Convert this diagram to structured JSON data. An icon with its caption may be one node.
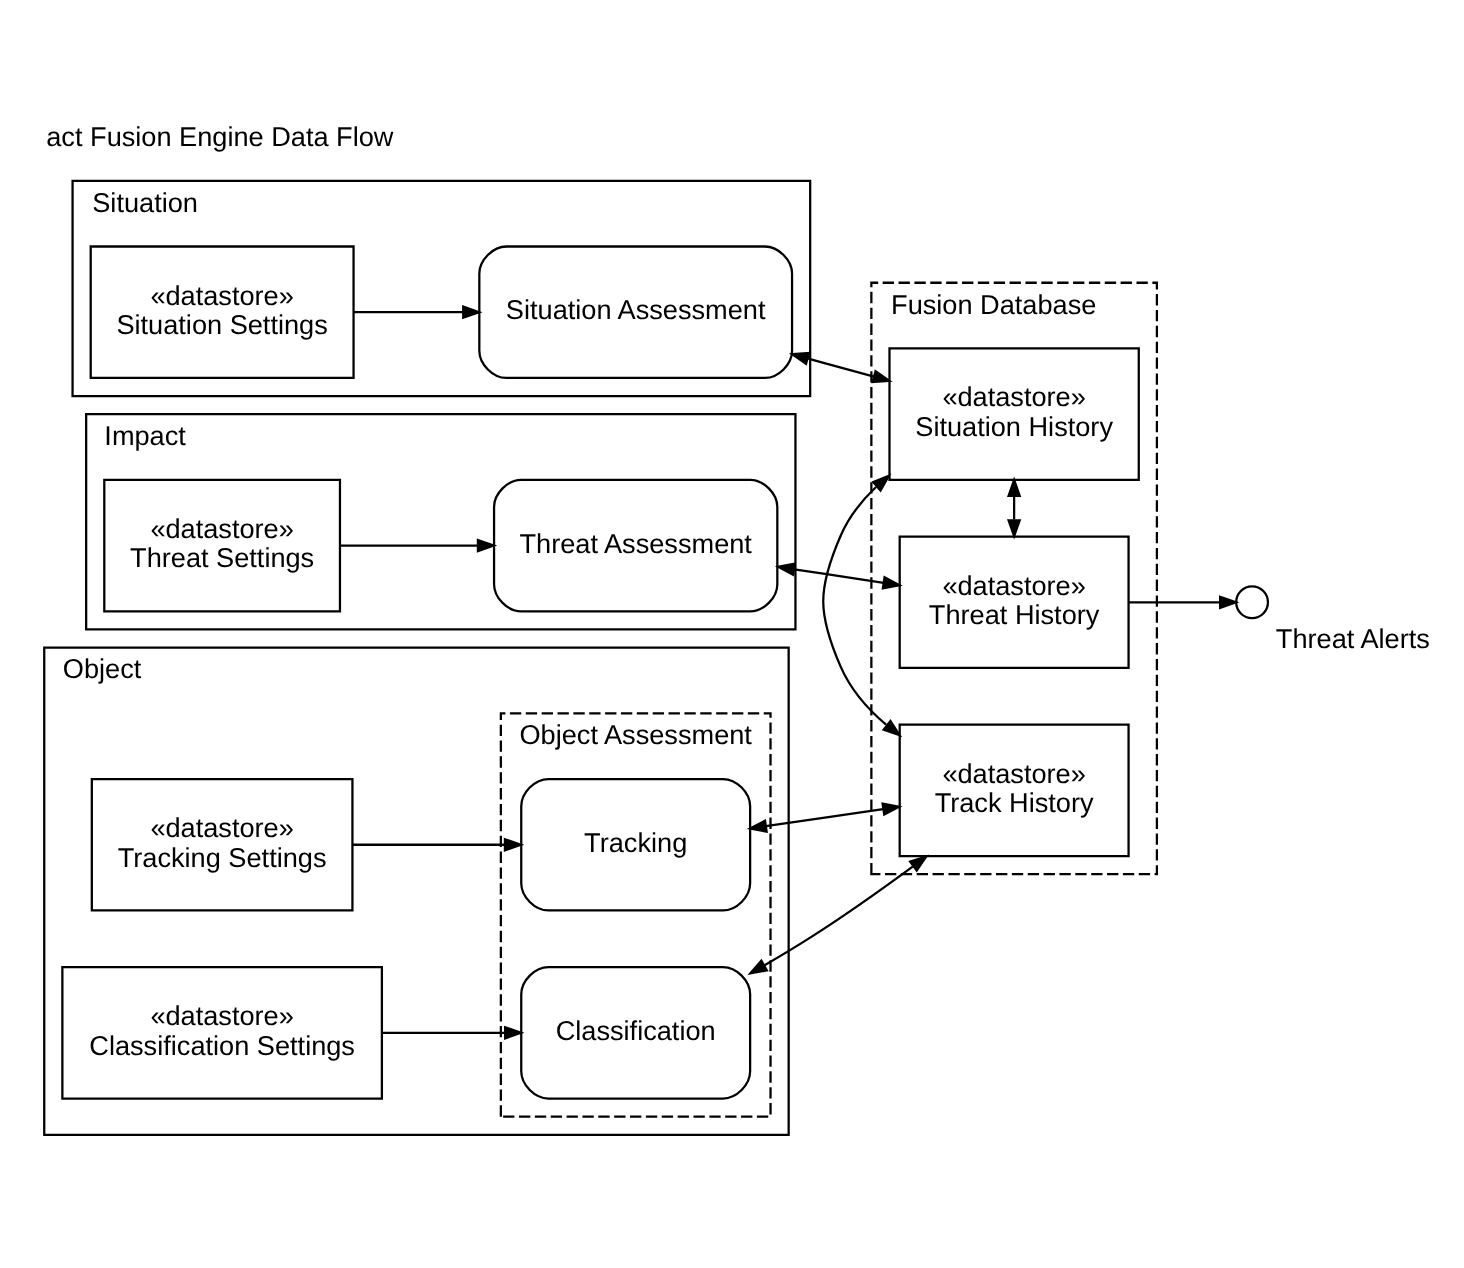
{
  "diagram": {
    "title": "act Fusion Engine Data Flow",
    "nodes": [
      {
        "text": [
          "Object"
        ]
      },
      {
        "text": [
          "Situation"
        ]
      },
      {
        "text": [
          "Impact"
        ]
      },
      {
        "text": [
          "Object Assessment"
        ],
        "in": 0
      },
      {
        "text": [
          "Fusion Database"
        ]
      },
      {
        "text": [
          "«datastore»",
          "Tracking Settings"
        ],
        "in": 0
      },
      {
        "text": [
          "Tracking"
        ],
        "in": 3
      },
      {
        "text": [
          "«datastore»",
          "Track History"
        ],
        "in": 4
      },
      {
        "text": [
          "«datastore»",
          "Classification Settings"
        ],
        "in": 0
      },
      {
        "text": [
          "Classification"
        ],
        "in": 3
      },
      {
        "text": [
          "«datastore»",
          "Situation Settings"
        ],
        "in": 1
      },
      {
        "text": [
          "Situation Assessment"
        ],
        "in": 1
      },
      {
        "text": [
          "«datastore»",
          "Situation History"
        ],
        "in": 4
      },
      {
        "text": [
          "«datastore»",
          "Threat Settings"
        ],
        "in": 2
      },
      {
        "text": [
          "Threat Assessment"
        ],
        "in": 2
      },
      {
        "text": [
          "«datastore»",
          "Threat History"
        ],
        "in": 4
      },
      {
        "text": [],
        "shape": "circle",
        "beside": [
          "Threat Alerts"
        ]
      }
    ],
    "edges": [
      {
        "from": 5,
        "to": 6,
        "arrow": "to"
      },
      {
        "from": 6,
        "to": 7,
        "arrow": "both"
      },
      {
        "from": 8,
        "to": 9,
        "arrow": "to"
      },
      {
        "from": 9,
        "to": 7,
        "arrow": "both"
      },
      {
        "from": 7,
        "to": 12,
        "arrow": "both"
      },
      {
        "from": 10,
        "to": 11,
        "arrow": "to"
      },
      {
        "from": 11,
        "to": 12,
        "arrow": "both"
      },
      {
        "from": 12,
        "to": 15,
        "arrow": "both"
      },
      {
        "from": 13,
        "to": 14,
        "arrow": "to"
      },
      {
        "from": 14,
        "to": 15,
        "arrow": "both"
      },
      {
        "from": 15,
        "to": 16,
        "arrow": "to"
      }
    ]
  }
}
